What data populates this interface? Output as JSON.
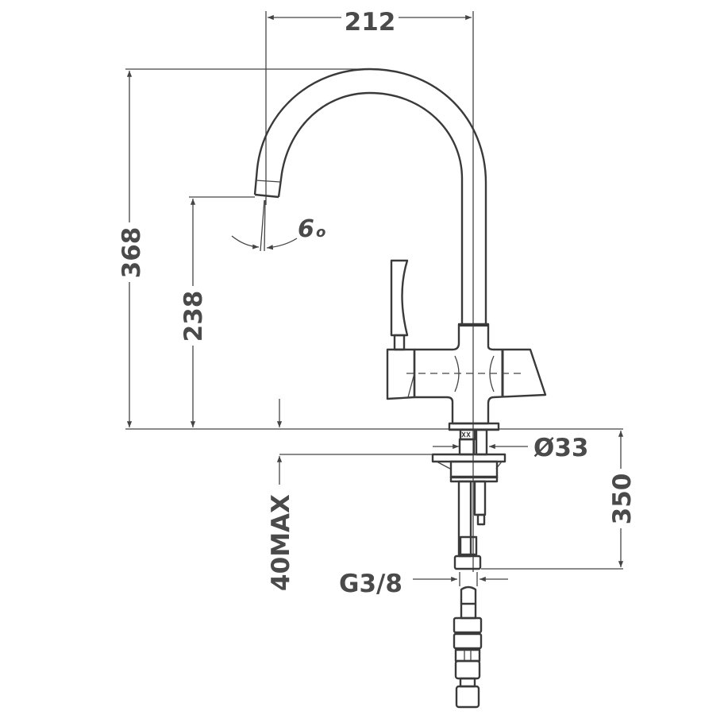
{
  "title": "Kitchen faucet dimension drawing",
  "dimensions": {
    "spout_reach": "212",
    "total_height": "368",
    "spout_height": "238",
    "spout_angle": "6",
    "spout_angle_unit": "o",
    "hole_diameter": "Ø33",
    "max_deck_thickness": "40MAX",
    "hose_length": "350",
    "connection_thread": "G3/8"
  }
}
